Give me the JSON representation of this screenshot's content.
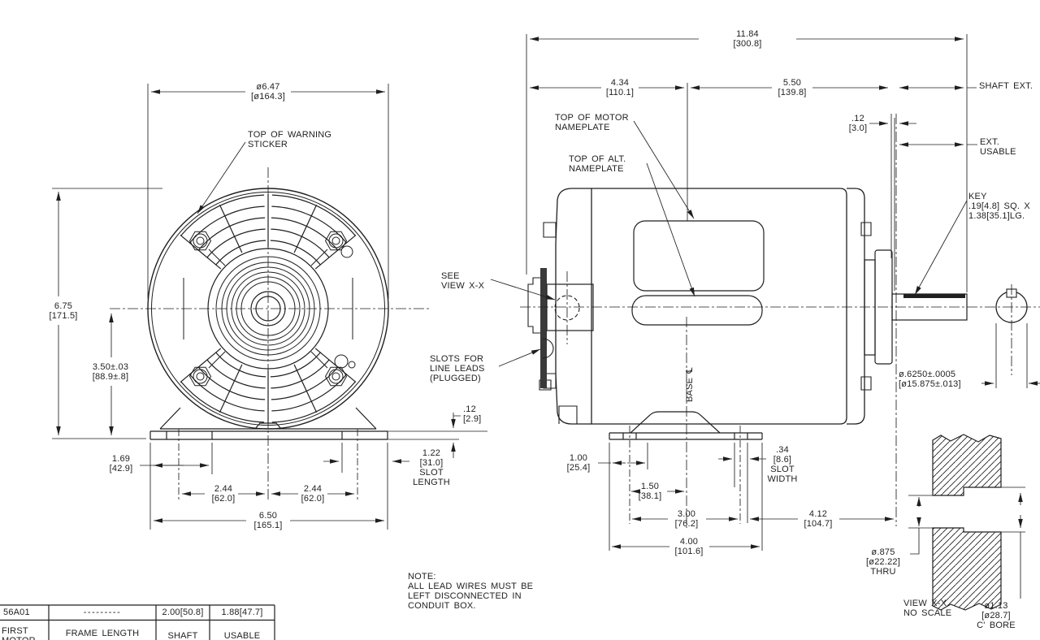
{
  "front_view": {
    "dia": "ø6.47\n[ø164.3]",
    "warning_sticker": "TOP OF WARNING\nSTICKER",
    "overall_height": "6.75\n[171.5]",
    "center_height": "3.50±.03\n[88.9±.8]",
    "foot_offset": "1.69\n[42.9]",
    "bolt_span_left": "2.44\n[62.0]",
    "bolt_span_right": "2.44\n[62.0]",
    "base_width": "6.50\n[165.1]",
    "pad_thickness": ".12\n[2.9]",
    "slot_length": "1.22\n[31.0]\nSLOT\nLENGTH"
  },
  "side_view": {
    "overall_length": "11.84\n[300.8]",
    "rear_length": "4.34\n[110.1]",
    "body_length": "5.50\n[139.8]",
    "shaft_ext": "SHAFT EXT.",
    "shoulder_gap": ".12\n[3.0]",
    "ext_usable": "EXT.\nUSABLE",
    "top_motor_nameplate": "TOP OF MOTOR\nNAMEPLATE",
    "top_alt_nameplate": "TOP OF ALT.\nNAMEPLATE",
    "key": "KEY\n.19[4.8] SQ. X\n1.38[35.1]LG.",
    "see_view": "SEE\nVIEW X-X",
    "slots_line_leads": "SLOTS FOR\nLINE LEADS\n(PLUGGED)",
    "base_centerline": "BASE ℄",
    "shaft_dia": "ø.6250±.0005\n[ø15.875±.013]",
    "foot_1": "1.00\n[25.4]",
    "foot_1_5": "1.50\n[38.1]",
    "foot_3": "3.00\n[76.2]",
    "foot_4": "4.00\n[101.6]",
    "slot_width": ".34\n[8.6]\nSLOT\nWIDTH",
    "c_face": "4.12\n[104.7]"
  },
  "view_xx": {
    "thru_hole": "ø.875\n[ø22.22]\nTHRU",
    "title": "VIEW X-X\nNO SCALE",
    "c_bore": "ø1.13\n[ø28.7]\nC' BORE"
  },
  "note": "NOTE:\nALL LEAD WIRES MUST BE\nLEFT DISCONNECTED IN\nCONDUIT BOX.",
  "table": {
    "row1": [
      "56A01",
      "---------",
      "2.00[50.8]",
      "1.88[47.7]"
    ],
    "row2": [
      "FIRST\nMOTOR",
      "FRAME LENGTH",
      "SHAFT",
      "USABLE"
    ]
  },
  "colors": {
    "ink": "#1f1f1f",
    "background": "#ffffff"
  }
}
